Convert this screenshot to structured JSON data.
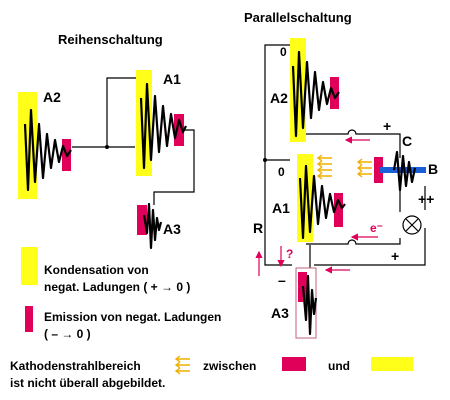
{
  "titles": {
    "series": "Reihenschaltung",
    "parallel": "Parallelschaltung"
  },
  "labels": {
    "a1": "A1",
    "a2": "A2",
    "a3": "A3",
    "b": "B",
    "c": "C",
    "r": "R",
    "zero": "0",
    "plus": "+",
    "plus_plus": "++",
    "minus": "–",
    "question": "?",
    "electron": "e⁻"
  },
  "legend": {
    "condensation": {
      "line1": "Kondensation von",
      "line2": "negat. Ladungen  ( + → 0 )"
    },
    "emission": {
      "line1": "Emission von negat. Ladungen",
      "line2": "( – → 0 )"
    }
  },
  "footer": {
    "line1": "Kathodenstrahlbereich",
    "line2": "ist nicht überall abgebildet.",
    "between": "zwischen",
    "and": "und"
  },
  "colors": {
    "condensation": "#ffff1a",
    "emission": "#e0005a",
    "electrode_b": "#1a5fd6",
    "cathode_ray": "#f0b000"
  }
}
